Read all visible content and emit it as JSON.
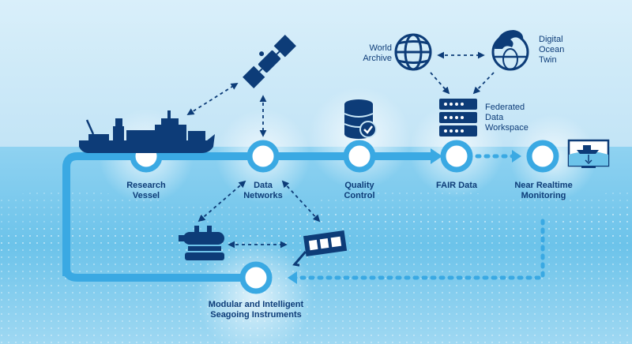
{
  "colors": {
    "sky": "#c9e7f7",
    "sea": "#6cc3ea",
    "flow": "#3aa9e3",
    "icon": "#0d3c78",
    "label": "#0d3c78"
  },
  "nodes": {
    "research_vessel": "Research\nVessel",
    "data_networks": "Data\nNetworks",
    "quality_control": "Quality\nControl",
    "fair_data": "FAIR Data",
    "near_realtime": "Near Realtime\nMonitoring",
    "instruments": "Modular and Intelligent\nSeagoing Instruments"
  },
  "top": {
    "world_archive": "World\nArchive",
    "digital_ocean_twin": "Digital\nOcean\nTwin",
    "federated_workspace": "Federated\nData\nWorkspace"
  },
  "icons": {
    "satellite": "satellite-icon",
    "vessel": "research-vessel-icon",
    "database": "database-check-icon",
    "server": "server-rack-icon",
    "globe": "globe-icon",
    "wave": "ocean-wave-globe-icon",
    "monitor": "monitoring-screen-icon",
    "auv": "underwater-vehicle-icon",
    "sled": "seafloor-instrument-icon"
  }
}
